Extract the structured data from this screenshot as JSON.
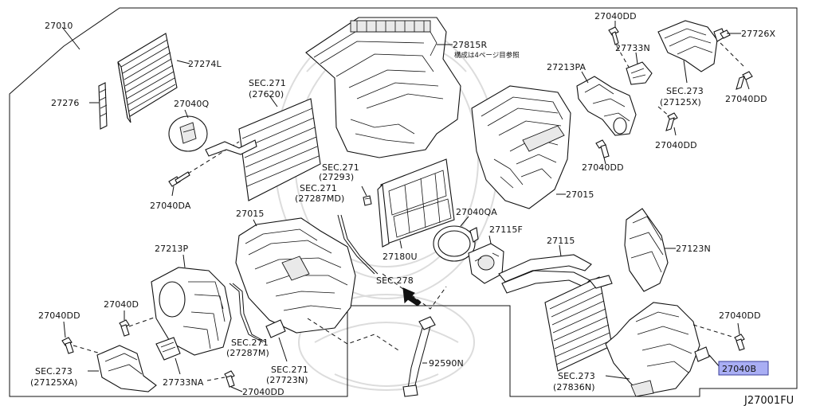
{
  "diagram": {
    "code": "J27001FU",
    "highlight_color": "#a9aef4",
    "highlighted_part": "27040B",
    "labels": {
      "l27010": "27010",
      "l27274L": "27274L",
      "l27276": "27276",
      "l27040Q": "27040Q",
      "l27040DA": "27040DA",
      "sec271_620_a": "SEC.271",
      "sec271_620_b": "(27620)",
      "l27815R": "27815R",
      "note_jp": "構成は4ページ目参照",
      "l27040DD_top": "27040DD",
      "l27726X": "27726X",
      "l27733N": "27733N",
      "l27213PA": "27213PA",
      "sec273_125X_a": "SEC.273",
      "sec273_125X_b": "(27125X)",
      "l27040DD_r1": "27040DD",
      "l27040DD_r2": "27040DD",
      "l27040DD_r3": "27040DD",
      "l27015_r": "27015",
      "sec271_293_a": "SEC.271",
      "sec271_293_b": "(27293)",
      "sec271_287MD_a": "SEC.271",
      "sec271_287MD_b": "(27287MD)",
      "l27015_l": "27015",
      "l27040QA": "27040QA",
      "l27115F": "27115F",
      "l27115": "27115",
      "l27123N": "27123N",
      "l27180U": "27180U",
      "l27213P": "27213P",
      "sec278": "SEC.278",
      "l27040D": "27040D",
      "l27040DD_l": "27040DD",
      "l27040DD_r4": "27040DD",
      "sec271_287M_a": "SEC.271",
      "sec271_287M_b": "(27287M)",
      "sec271_723N_a": "SEC.271",
      "sec271_723N_b": "(27723N)",
      "l92590N": "92590N",
      "sec273_125XA_a": "SEC.273",
      "sec273_125XA_b": "(27125XA)",
      "l27733NA": "27733NA",
      "l27040DD_b": "27040DD",
      "l27040B": "27040B",
      "sec273_836N_a": "SEC.273",
      "sec273_836N_b": "(27836N)"
    }
  }
}
